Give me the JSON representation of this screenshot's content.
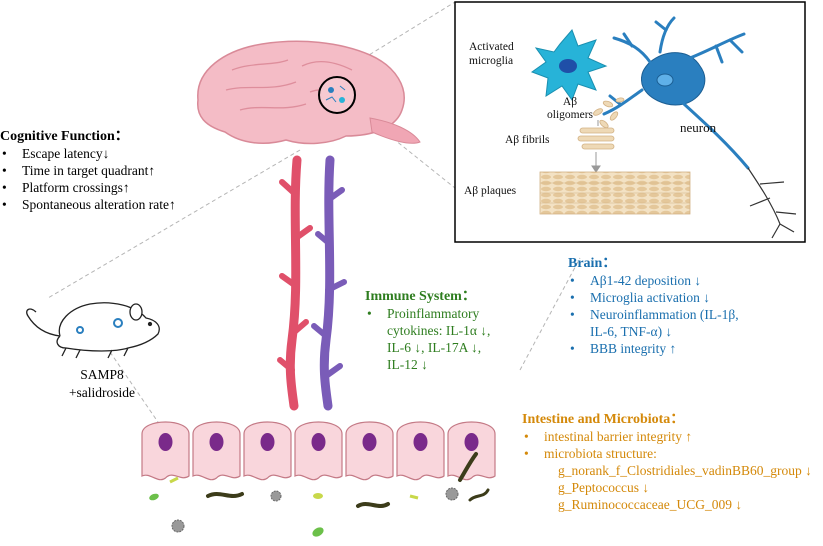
{
  "colors": {
    "cognitive": "#000000",
    "immune": "#2e7d1f",
    "brain": "#1a6fae",
    "intestine": "#d4890a",
    "red_vessel": "#e0506a",
    "purple_vessel": "#7a5cb8",
    "brain_fill": "#f4bcc6",
    "cell_fill": "#f9d6dc",
    "nucleus": "#7a2a8a",
    "microglia": "#27b3d8",
    "neuron": "#2a7fbf"
  },
  "cognitive": {
    "title": "Cognitive Function：",
    "items": [
      "Escape latency↓",
      "Time in target quadrant↑",
      "Platform crossings↑",
      "Spontaneous alteration rate↑"
    ]
  },
  "mouse": {
    "label_line1": "SAMP8",
    "label_line2": "+salidroside"
  },
  "inset": {
    "activated_microglia_1": "Activated",
    "activated_microglia_2": "microglia",
    "abeta_oligomers_1": "Aβ",
    "abeta_oligomers_2": "oligomers",
    "abeta_fibrils": "Aβ fibrils",
    "neuron": "neuron",
    "abeta_plaques": "Aβ plaques"
  },
  "immune": {
    "title": "Immune System：",
    "items": [
      [
        "Proinflammatory",
        "cytokines: IL-1α ↓,",
        "IL-6 ↓, IL-17A ↓,",
        "IL-12 ↓"
      ]
    ]
  },
  "brain": {
    "title": "Brain：",
    "items": [
      [
        "Aβ1-42 deposition ↓"
      ],
      [
        "Microglia activation ↓"
      ],
      [
        "Neuroinflammation (IL-1β,",
        "IL-6, TNF-α) ↓"
      ],
      [
        "BBB integrity ↑"
      ]
    ]
  },
  "intestine": {
    "title": "Intestine and Microbiota：",
    "items": [
      [
        "intestinal barrier integrity ↑"
      ],
      [
        "microbiota structure:",
        "g_norank_f_Clostridiales_vadinBB60_group ↓",
        "g_Peptococcus ↓",
        "g_Ruminococcaceae_UCG_009 ↓"
      ]
    ]
  }
}
